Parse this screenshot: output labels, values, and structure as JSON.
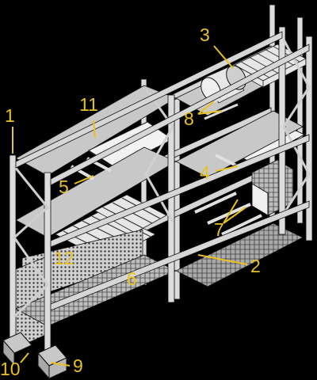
{
  "callouts": [
    {
      "id": "1",
      "label": "1"
    },
    {
      "id": "2",
      "label": "2"
    },
    {
      "id": "3",
      "label": "3"
    },
    {
      "id": "4",
      "label": "4"
    },
    {
      "id": "5",
      "label": "5"
    },
    {
      "id": "6",
      "label": "6"
    },
    {
      "id": "7",
      "label": "7"
    },
    {
      "id": "8",
      "label": "8"
    },
    {
      "id": "9",
      "label": "9"
    },
    {
      "id": "10",
      "label": "10"
    },
    {
      "id": "11",
      "label": "11"
    },
    {
      "id": "12",
      "label": "12"
    }
  ],
  "colors": {
    "background": "#000000",
    "callout": "#e8c21f",
    "steel": "#dcdcdc"
  }
}
